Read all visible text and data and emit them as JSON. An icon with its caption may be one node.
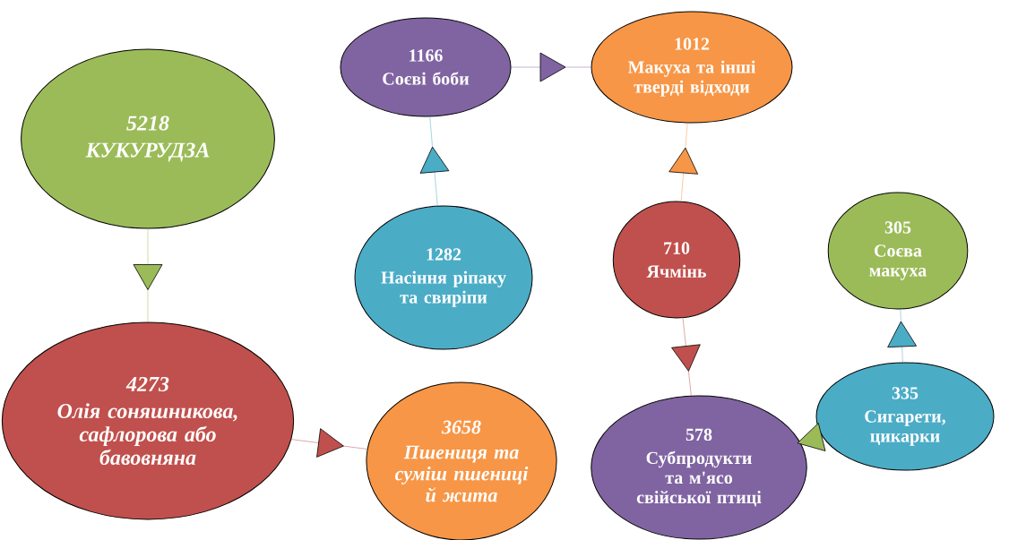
{
  "diagram": {
    "nodes": [
      {
        "text": [
          "5218",
          "КУКУРУДЗА"
        ]
      },
      {
        "text": [
          "1166",
          "Соєві боби"
        ]
      },
      {
        "text": [
          "1012",
          "Макуха та інші тверді відходи"
        ]
      },
      {
        "text": [
          "1282",
          "Насіння ріпаку та свиріпи"
        ]
      },
      {
        "text": [
          "710",
          "Ячмінь"
        ]
      },
      {
        "text": [
          "305",
          "Соєва макуха"
        ]
      },
      {
        "text": [
          "4273",
          "Олія соняшникова, сафлорова або бавовняна"
        ]
      },
      {
        "text": [
          "3658",
          "Пшениця та суміш пшениці й жита"
        ]
      },
      {
        "text": [
          "578",
          "Субпродукти та м'ясо свійської птиці"
        ]
      },
      {
        "text": [
          "335",
          "Сигарети, цикарки"
        ]
      }
    ],
    "edges": [
      {
        "from": 0,
        "to": 6,
        "arrow": "to",
        "color": "#9bbb59"
      },
      {
        "from": 6,
        "to": 7,
        "arrow": "to",
        "color": "#c0504d"
      },
      {
        "from": 3,
        "to": 1,
        "arrow": "to",
        "color": "#4bacc6"
      },
      {
        "from": 1,
        "to": 2,
        "arrow": "to",
        "color": "#8064a2"
      },
      {
        "from": 4,
        "to": 2,
        "arrow": "to",
        "color": "#f79646"
      },
      {
        "from": 4,
        "to": 8,
        "arrow": "to",
        "color": "#c0504d"
      },
      {
        "from": 9,
        "to": 8,
        "arrow": "to",
        "color": "#9bbb59"
      },
      {
        "from": 9,
        "to": 5,
        "arrow": "to",
        "color": "#4bacc6"
      }
    ]
  }
}
